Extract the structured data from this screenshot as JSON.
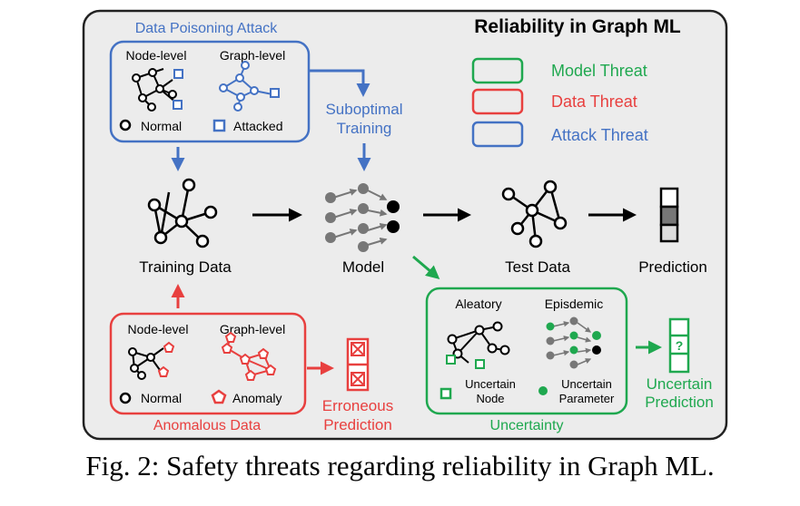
{
  "title": "Reliability in Graph ML",
  "legend": [
    {
      "label": "Model Threat",
      "color": "#1fa84f"
    },
    {
      "label": "Data Threat",
      "color": "#e8403f"
    },
    {
      "label": "Attack Threat",
      "color": "#4472c4"
    }
  ],
  "poisoning": {
    "title": "Data Poisoning Attack",
    "node_level": "Node-level",
    "graph_level": "Graph-level",
    "normal": "Normal",
    "attacked": "Attacked"
  },
  "anomalous": {
    "title": "Anomalous Data",
    "node_level": "Node-level",
    "graph_level": "Graph-level",
    "normal": "Normal",
    "anomaly": "Anomaly"
  },
  "uncertainty": {
    "title": "Uncertainty",
    "aleatory": "Aleatory",
    "episdemic": "Episdemic",
    "uncertain_node_1": "Uncertain",
    "uncertain_node_2": "Node",
    "uncertain_param_1": "Uncertain",
    "uncertain_param_2": "Parameter"
  },
  "pipeline": {
    "training_data": "Training Data",
    "model": "Model",
    "test_data": "Test Data",
    "prediction": "Prediction",
    "suboptimal_1": "Suboptimal",
    "suboptimal_2": "Training",
    "erroneous_1": "Erroneous",
    "erroneous_2": "Prediction",
    "uncertain_pred_1": "Uncertain",
    "uncertain_pred_2": "Prediction"
  },
  "colors": {
    "green": "#1fa84f",
    "red": "#e8403f",
    "blue": "#4472c4",
    "panel": "#ececec"
  },
  "caption": "Fig. 2: Safety threats regarding reliability in Graph ML."
}
